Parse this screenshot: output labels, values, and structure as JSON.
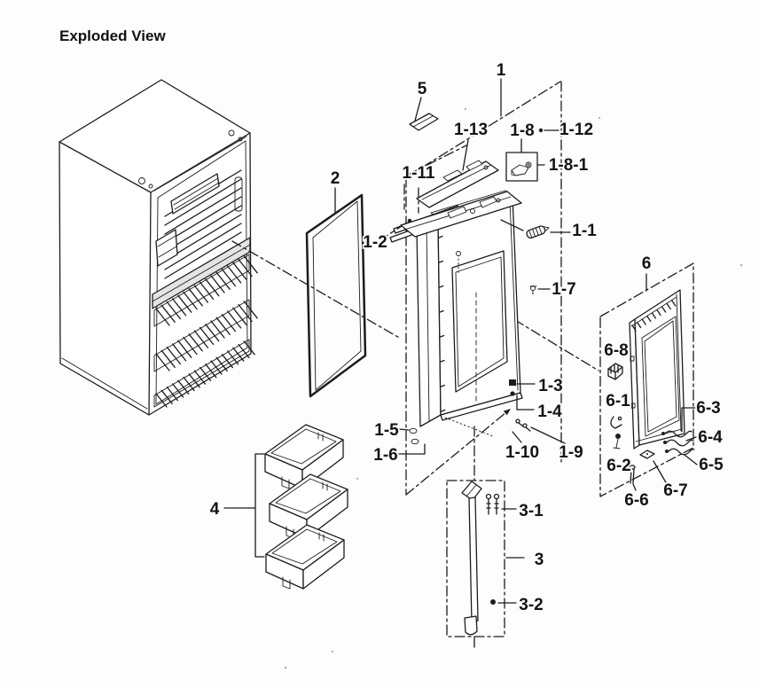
{
  "title": "Exploded View",
  "callouts": [
    "1",
    "2",
    "3",
    "3-1",
    "3-2",
    "4",
    "5",
    "6",
    "1-1",
    "1-2",
    "1-3",
    "1-4",
    "1-5",
    "1-6",
    "1-7",
    "1-8",
    "1-8-1",
    "1-9",
    "1-10",
    "1-11",
    "1-12",
    "1-13",
    "6-1",
    "6-2",
    "6-3",
    "6-4",
    "6-5",
    "6-6",
    "6-7",
    "6-8"
  ]
}
